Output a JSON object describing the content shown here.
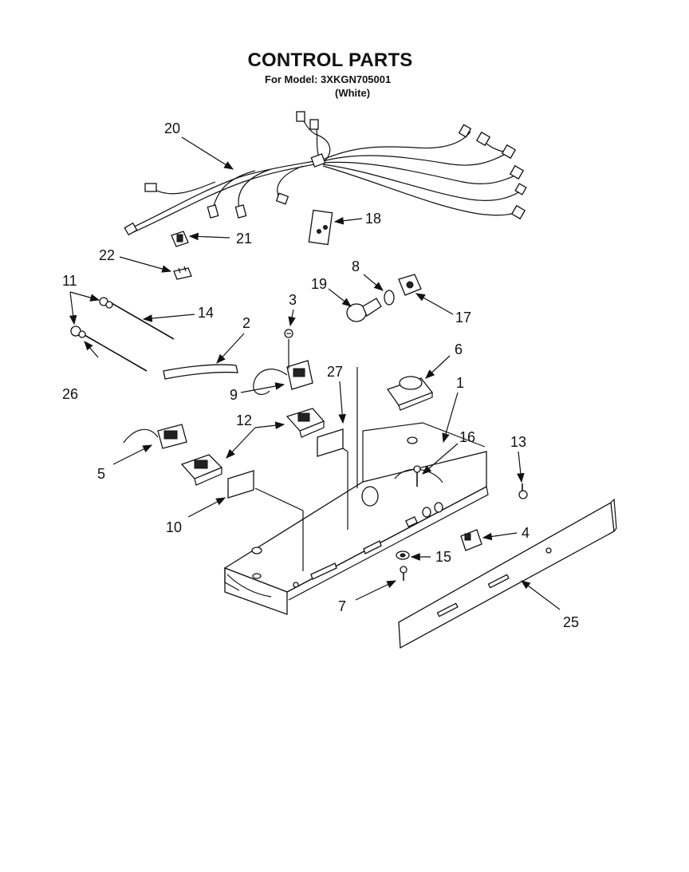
{
  "header": {
    "title": "CONTROL PARTS",
    "model_line": "For Model: 3XKGN705001",
    "variant": "(White)"
  },
  "callouts": {
    "c1": "1",
    "c2": "2",
    "c3": "3",
    "c4": "4",
    "c5": "5",
    "c6": "6",
    "c7": "7",
    "c8": "8",
    "c9": "9",
    "c10": "10",
    "c11": "11",
    "c12": "12",
    "c13": "13",
    "c14": "14",
    "c15": "15",
    "c16": "16",
    "c17": "17",
    "c18": "18",
    "c19": "19",
    "c20": "20",
    "c21": "21",
    "c22": "22",
    "c25": "25",
    "c26": "26",
    "c27": "27"
  }
}
